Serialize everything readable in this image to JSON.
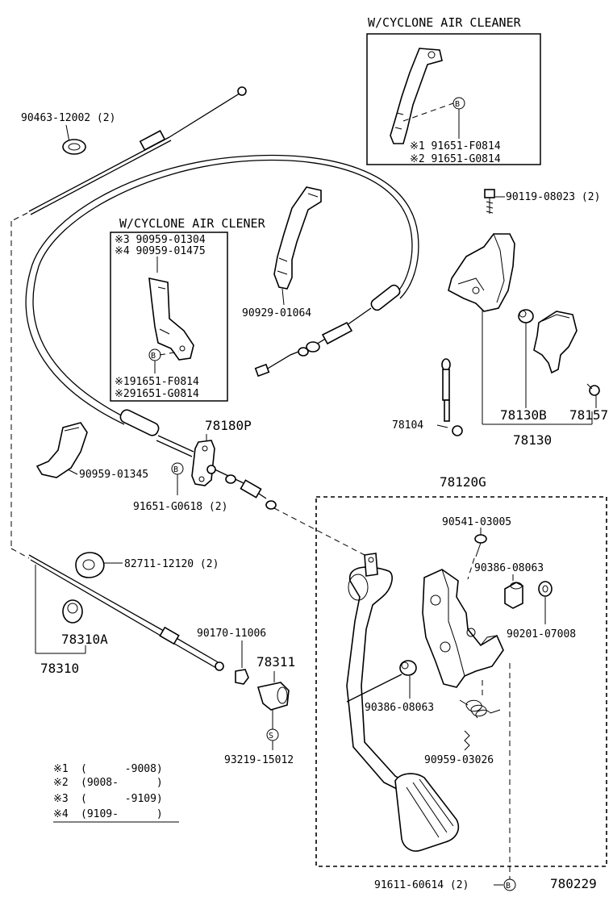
{
  "diagram_id": "780229",
  "boxes": {
    "top_right_title": "W/CYCLONE AIR CLEANER",
    "left_title": "W/CYCLONE AIR CLENER",
    "pedal_group": "78120G"
  },
  "labels": {
    "l90463": "90463-12002 (2)",
    "l91651F_top": "※1 91651-F0814",
    "l91651G_top": "※2 91651-G0814",
    "l90119": "90119-08023 (2)",
    "l90959_01304": "※3 90959-01304",
    "l90959_01475": "※4 90959-01475",
    "l191651F": "※191651-F0814",
    "l291651G": "※291651-G0814",
    "l90929": "90929-01064",
    "l78180P": "78180P",
    "l90959_01345": "90959-01345",
    "l91651_G0618": "91651-G0618 (2)",
    "l78104": "78104",
    "l78130B": "78130B",
    "l78157": "78157",
    "l78130": "78130",
    "l82711": "82711-12120 (2)",
    "l78310A": "78310A",
    "l78310": "78310",
    "l90170": "90170-11006",
    "l78311": "78311",
    "l93219": "93219-15012",
    "l90541": "90541-03005",
    "l90386_top": "90386-08063",
    "l90201": "90201-07008",
    "l90386_bottom": "90386-08063",
    "l90959_03026": "90959-03026",
    "l91611": "91611-60614 (2)"
  },
  "markers": {
    "b": "B",
    "s": "S"
  },
  "legend": [
    {
      "mark": "※1",
      "range": "(      -9008)"
    },
    {
      "mark": "※2",
      "range": "(9008-      )"
    },
    {
      "mark": "※3",
      "range": "(      -9109)"
    },
    {
      "mark": "※4",
      "range": "(9109-      )"
    }
  ]
}
